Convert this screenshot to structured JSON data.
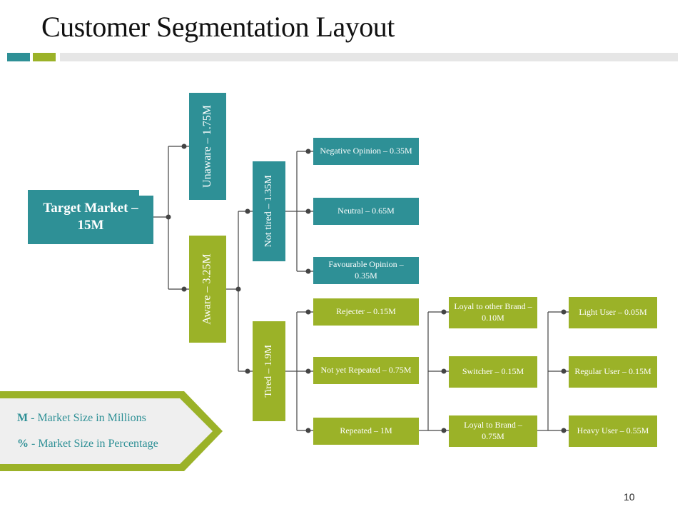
{
  "title": "Customer Segmentation Layout",
  "colors": {
    "teal": "#2e9096",
    "green": "#9bb228",
    "gray_bar": "#e6e6e6"
  },
  "nodes": {
    "target": "Target Market – 15M",
    "unaware": "Unaware – 1.75M",
    "aware": "Aware – 3.25M",
    "not_tired": "Not tired – 1.35M",
    "tired": "Tired – 1.9M",
    "negative_opinion": "Negative Opinion – 0.35M",
    "neutral": "Neutral – 0.65M",
    "favourable_opinion": "Favourable Opinion – 0.35M",
    "rejecter": "Rejecter – 0.15M",
    "not_yet_repeated": "Not yet Repeated – 0.75M",
    "repeated": "Repeated – 1M",
    "loyal_other_brand": "Loyal to other Brand – 0.10M",
    "switcher": "Switcher – 0.15M",
    "loyal_to_brand": "Loyal to Brand – 0.75M",
    "light_user": "Light User – 0.05M",
    "regular_user": "Regular User – 0.15M",
    "heavy_user": "Heavy User – 0.55M"
  },
  "legend": {
    "m_key": "M",
    "m_text": " - Market Size in Millions",
    "pct_key": "%",
    "pct_text": " - Market Size in Percentage"
  },
  "page_number": "10"
}
